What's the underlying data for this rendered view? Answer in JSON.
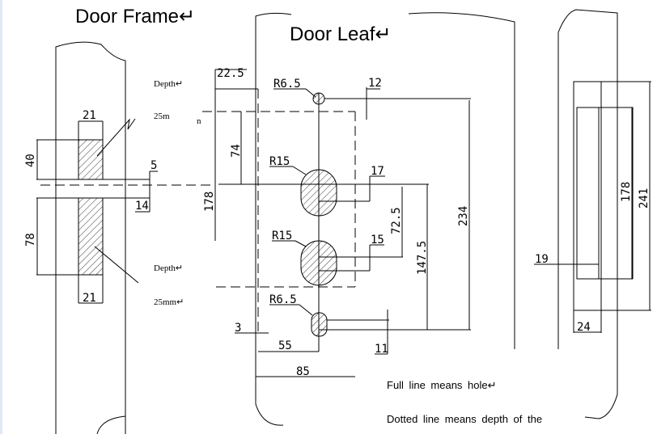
{
  "titles": {
    "door_frame": "Door Frame↵",
    "door_leaf": "Door Leaf↵"
  },
  "frame_notes": {
    "depth_top": "Depth↵",
    "depth_top_value": "25m",
    "depth_top_value_overflow": "n",
    "depth_bottom": "Depth↵",
    "depth_bottom_value": "25mm↵"
  },
  "frame_dims": {
    "width_top": "21",
    "width_bottom": "21",
    "upper": "40",
    "lower": "78",
    "gap_5": "5",
    "gap_14": "14"
  },
  "leaf_dims": {
    "d22_5": "22.5",
    "d74": "74",
    "d178": "178",
    "r6_5_top": "R6.5",
    "d12": "12",
    "r15_upper": "R15",
    "d17": "17",
    "r15_lower": "R15",
    "d15": "15",
    "d72_5": "72.5",
    "d147_5": "147.5",
    "d234": "234",
    "r6_5_bottom": "R6.5",
    "d11": "11",
    "d3": "3",
    "d55": "55",
    "d85": "85"
  },
  "strike_dims": {
    "d19": "19",
    "d24": "24",
    "d178": "178",
    "d241": "241"
  },
  "legend": {
    "full_line": "Full line means hole↵",
    "dotted_line": "Dotted line means depth of the"
  }
}
